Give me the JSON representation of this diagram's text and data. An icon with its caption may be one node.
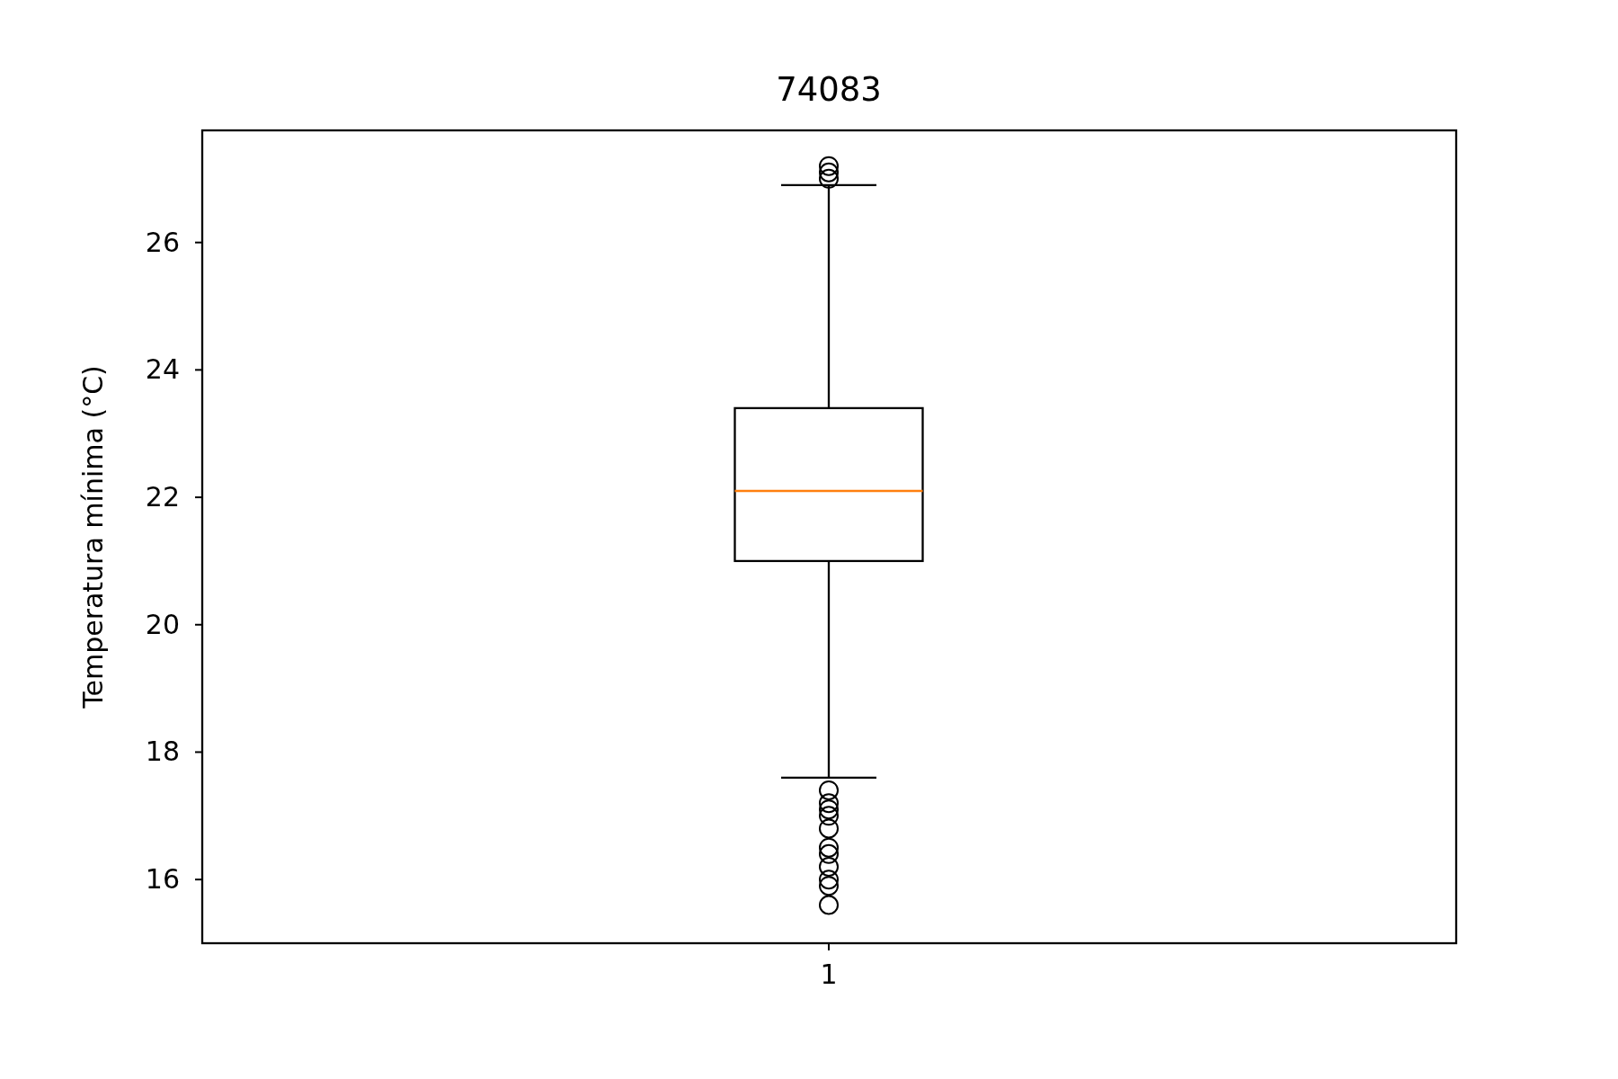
{
  "diagram": {
    "title": "74083",
    "labels": [
      "26",
      "24",
      "22",
      "20",
      "18",
      "16",
      "Temperatura mínima (°C)",
      "1"
    ]
  }
}
